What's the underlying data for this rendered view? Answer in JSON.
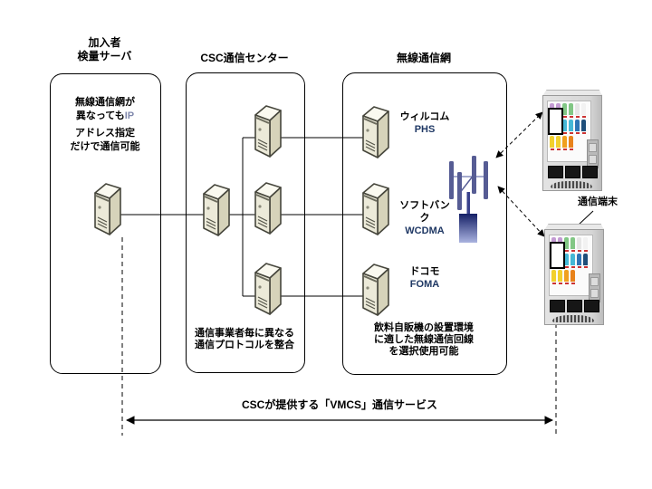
{
  "titles": {
    "left_box": "加入者\n検量サーバ",
    "middle_box": "CSC通信センター",
    "right_box": "無線通信網"
  },
  "left_box": {
    "note_line1": "無線通信網が",
    "note_line2_jp": "異なっても",
    "note_line2_en": "IP",
    "note_line3": "アドレス指定",
    "note_line4": "だけで通信可能"
  },
  "middle_box": {
    "note": "通信事業者毎に異なる\n通信プロトコルを整合"
  },
  "right_box": {
    "note": "飲料自販機の設置環境\nに適した無線通信回線\nを選択使用可能",
    "carriers": [
      {
        "name": "ウィルコム",
        "network": "PHS"
      },
      {
        "name": "ソフトバンク",
        "network": "WCDMA"
      },
      {
        "name": "ドコモ",
        "network": "FOMA"
      }
    ]
  },
  "terminal_label": "通信端末",
  "bottom_arrow_label": "CSCが提供する「VMCS」通信サービス",
  "colors": {
    "line": "#000000",
    "network_text": "#1f3864",
    "ip_text": "#8189ad",
    "server_front": "#ecead9",
    "server_top": "#faf9f0",
    "server_side": "#d6d3ba",
    "server_outline": "#46463c",
    "antenna_bar": "#565c94",
    "antenna_mast": "#39418c",
    "antenna_base_top": "#141f66",
    "antenna_base_bottom": "#aab3e0"
  },
  "vending_machine": {
    "price_color": "#cc3333",
    "bottle_rows": [
      [
        "#c39bd3",
        "#c39bd3",
        "#82c785",
        "#82c785",
        "#e6e6e6",
        "#f2f2f2"
      ],
      [
        "#3a7abd",
        "#2e9bb5",
        "#45b8d6",
        "#45b8d6",
        "#2e75b6",
        "#1f4e79"
      ],
      [
        "#f2d02e",
        "#f2d02e",
        "#f0a01e",
        "#e8821a"
      ]
    ]
  }
}
